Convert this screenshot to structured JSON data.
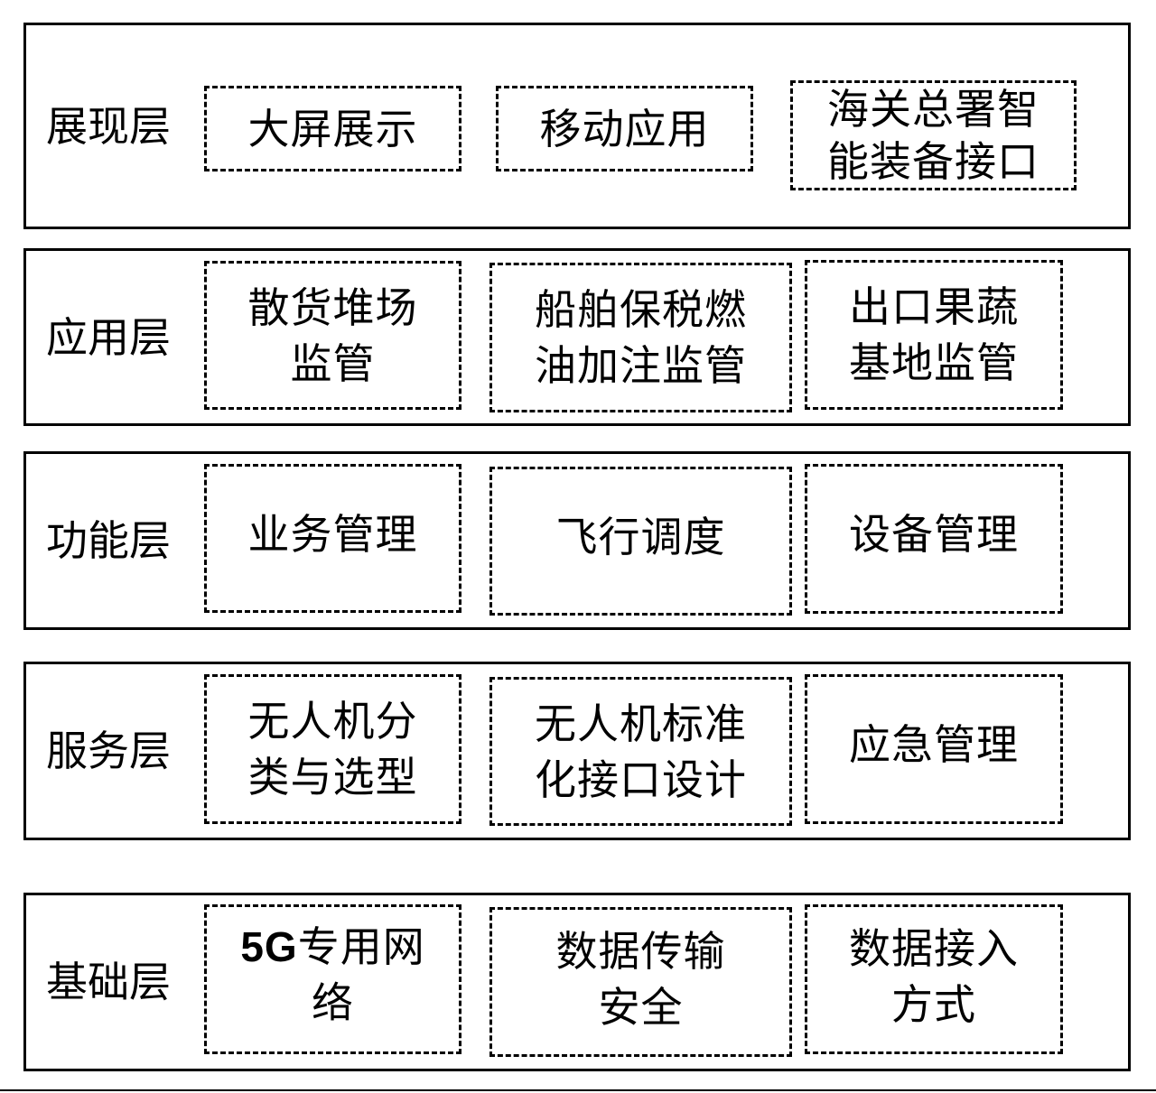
{
  "diagram": {
    "layers": [
      {
        "label": "展现层",
        "modules": [
          "大屏展示",
          "移动应用",
          "海关总署智\n能装备接口"
        ]
      },
      {
        "label": "应用层",
        "modules": [
          "散货堆场\n监管",
          "船舶保税燃\n油加注监管",
          "出口果蔬\n基地监管"
        ]
      },
      {
        "label": "功能层",
        "modules": [
          "业务管理",
          "飞行调度",
          "设备管理"
        ]
      },
      {
        "label": "服务层",
        "modules": [
          "无人机分\n类与选型",
          "无人机标准\n化接口设计",
          "应急管理"
        ]
      },
      {
        "label": "基础层",
        "modules": [
          "5G专用网\n络",
          "数据传输\n安全",
          "数据接入\n方式"
        ]
      }
    ]
  }
}
